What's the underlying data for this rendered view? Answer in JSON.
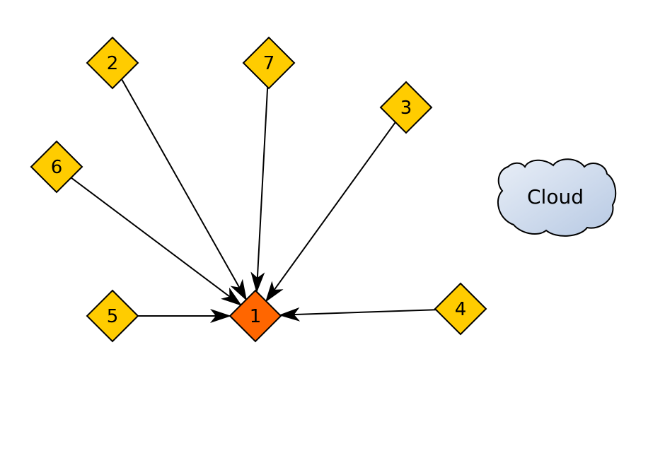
{
  "diagram": {
    "nodes": [
      {
        "id": "1",
        "label": "1",
        "color": "#FF6600",
        "role": "hub"
      },
      {
        "id": "2",
        "label": "2",
        "color": "#FFCC00"
      },
      {
        "id": "7",
        "label": "7",
        "color": "#FFCC00"
      },
      {
        "id": "3",
        "label": "3",
        "color": "#FFCC00"
      },
      {
        "id": "6",
        "label": "6",
        "color": "#FFCC00"
      },
      {
        "id": "5",
        "label": "5",
        "color": "#FFCC00"
      },
      {
        "id": "4",
        "label": "4",
        "color": "#FFCC00"
      }
    ],
    "edges": [
      {
        "from": "2",
        "to": "1"
      },
      {
        "from": "7",
        "to": "1"
      },
      {
        "from": "3",
        "to": "1"
      },
      {
        "from": "6",
        "to": "1"
      },
      {
        "from": "5",
        "to": "1"
      },
      {
        "from": "4",
        "to": "1"
      }
    ],
    "cloud": {
      "label": "Cloud",
      "gradient_start": "#E8EEF7",
      "gradient_end": "#B7C9E3"
    },
    "stroke_color": "#000000"
  }
}
